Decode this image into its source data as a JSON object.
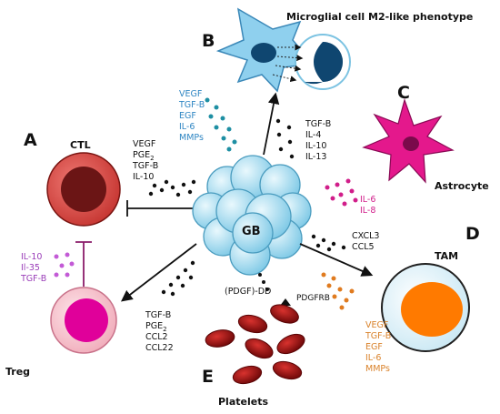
{
  "panels": {
    "a": {
      "letter": "A",
      "cell_label": "CTL",
      "factors": [
        "VEGF",
        "PGE",
        "TGF-B",
        "IL-10"
      ],
      "pge_subscript": "2",
      "treg_factors": [
        "IL-10",
        "Il-35",
        "TGF-B"
      ],
      "treg_label": "Treg"
    },
    "b": {
      "letter": "B",
      "title": "Microglial cell M2-like phenotype",
      "gb_factors": [
        "VEGF",
        "TGF-B",
        "EGF",
        "IL-6",
        "MMPs"
      ],
      "microglia_factors": [
        "TGF-B",
        "IL-4",
        "IL-10",
        "IL-13"
      ]
    },
    "c": {
      "letter": "C",
      "label": "Astrocyte",
      "factors": [
        "IL-6",
        "IL-8"
      ]
    },
    "d": {
      "letter": "D",
      "label": "TAM",
      "gb_factors": [
        "CXCL3",
        "CCL5"
      ],
      "tam_factors": [
        "VEGF",
        "TGF-B",
        "EGF",
        "IL-6",
        "MMPs"
      ]
    },
    "e": {
      "letter": "E",
      "label": "Platelets",
      "pdgf_label": "(PDGF)-DD",
      "receptor_label": "PDGFRB",
      "treg_secreted": [
        "TGF-B",
        "PGE",
        "CCL2",
        "CCL22"
      ],
      "pge_subscript": "2"
    }
  },
  "gb_label": "GB",
  "colors": {
    "gb": "#a9def0",
    "ctl_outer": "#d9534f",
    "ctl_inner": "#6b1515",
    "treg_outer": "#f6c6cf",
    "treg_inner": "#e0009a",
    "tam_fill": "#ff7a00",
    "astrocyte": "#e0108a",
    "microglia": "#5aa9d6",
    "microglia_nucleus": "#0c3b63",
    "platelet": "#9e0e12",
    "blue_text": "#2f86c3",
    "orange_text": "#d9822b",
    "purple_text": "#9a3db8",
    "pink_text": "#d11e8a",
    "teal_dots": "#1e8fa3"
  }
}
